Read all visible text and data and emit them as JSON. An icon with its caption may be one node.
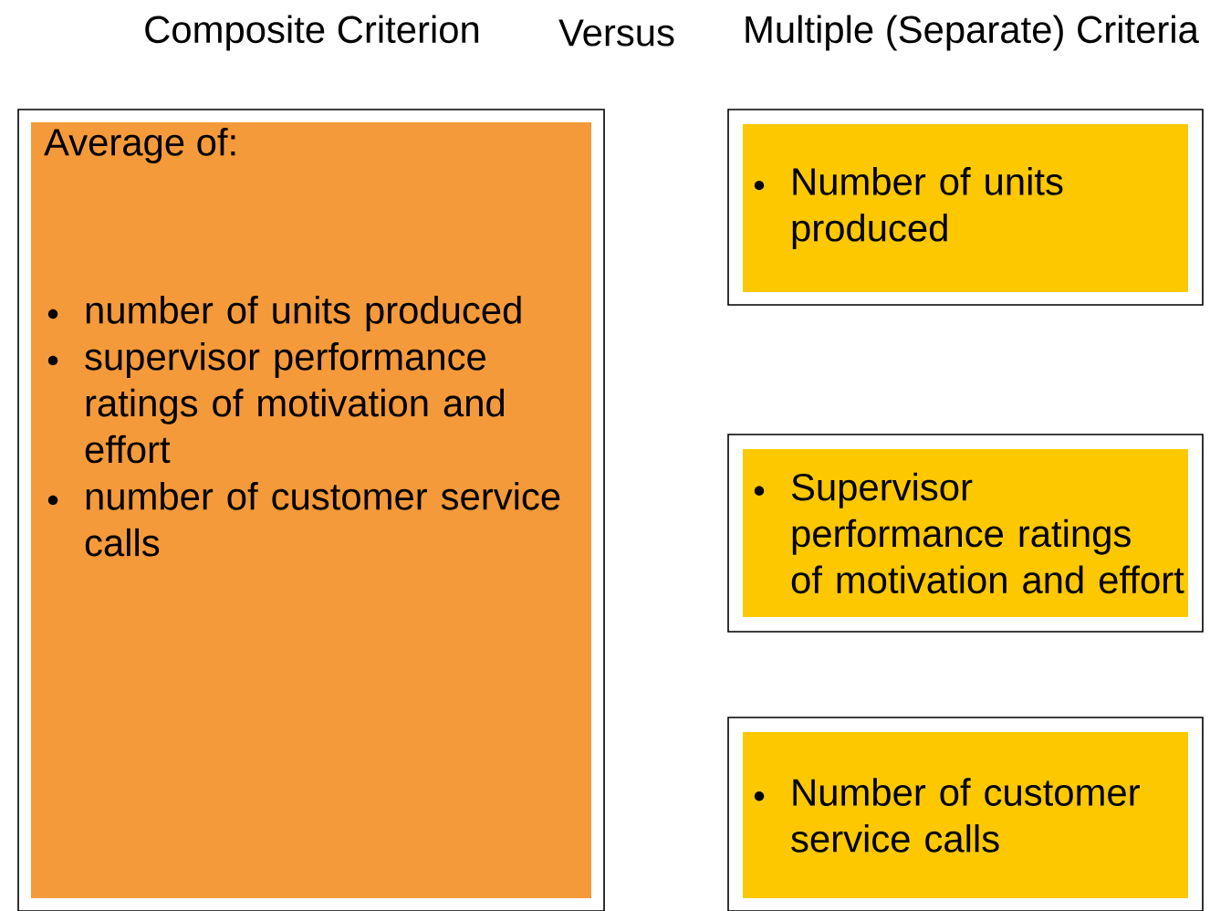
{
  "diagram": {
    "nodes": [
      {
        "text": [
          "Average of:",
          "number of units produced",
          "supervisor performance ratings of motivation and effort",
          "number of customer service calls"
        ]
      },
      {
        "text": [
          "Number of units produced"
        ]
      },
      {
        "text": [
          "Supervisor performance ratings of motivation and effort"
        ]
      },
      {
        "text": [
          "Number of customer service calls"
        ]
      }
    ],
    "labels": [
      "Composite Criterion",
      "Versus",
      "Multiple (Separate) Criteria"
    ]
  }
}
